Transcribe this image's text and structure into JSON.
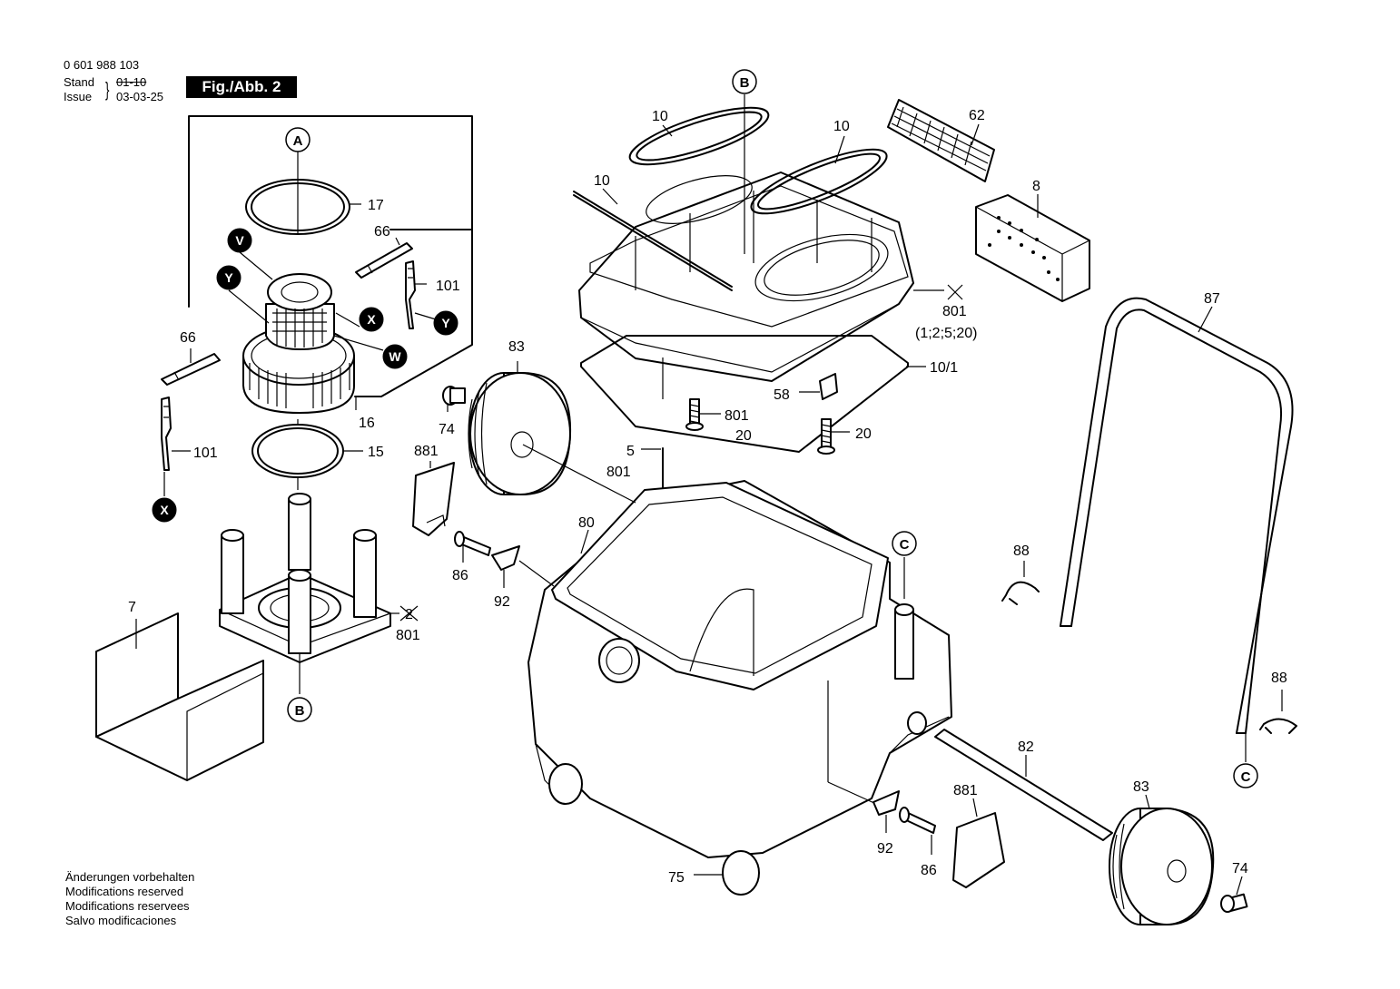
{
  "header": {
    "part_number": "0 601 988 103",
    "stand_label": "Stand",
    "issue_label": "Issue",
    "stand_value": "01-10",
    "issue_value": "03-03-25",
    "figure_tag": "Fig./Abb. 2"
  },
  "footer": {
    "lines": [
      "Änderungen vorbehalten",
      "Modifications reserved",
      "Modifications reservees",
      "Salvo modificaciones"
    ]
  },
  "reference_bubbles": {
    "A": "A",
    "B": "B",
    "C": "C",
    "V": "V",
    "W": "W",
    "X": "X",
    "Y": "Y"
  },
  "part_labels": {
    "p7": "7",
    "p8": "8",
    "p10": "10",
    "p10_1": "10/1",
    "p15": "15",
    "p16": "16",
    "p17": "17",
    "p20": "20",
    "p5": "5",
    "p58": "58",
    "p62": "62",
    "p66": "66",
    "p74": "74",
    "p75": "75",
    "p80": "80",
    "p82": "82",
    "p83": "83",
    "p86": "86",
    "p87": "87",
    "p88": "88",
    "p92": "92",
    "p101": "101",
    "p801": "801",
    "p801_note": "(1;2;5;20)",
    "p881": "881",
    "p2x": "2"
  },
  "colors": {
    "ink": "#000000",
    "paper": "#ffffff"
  }
}
